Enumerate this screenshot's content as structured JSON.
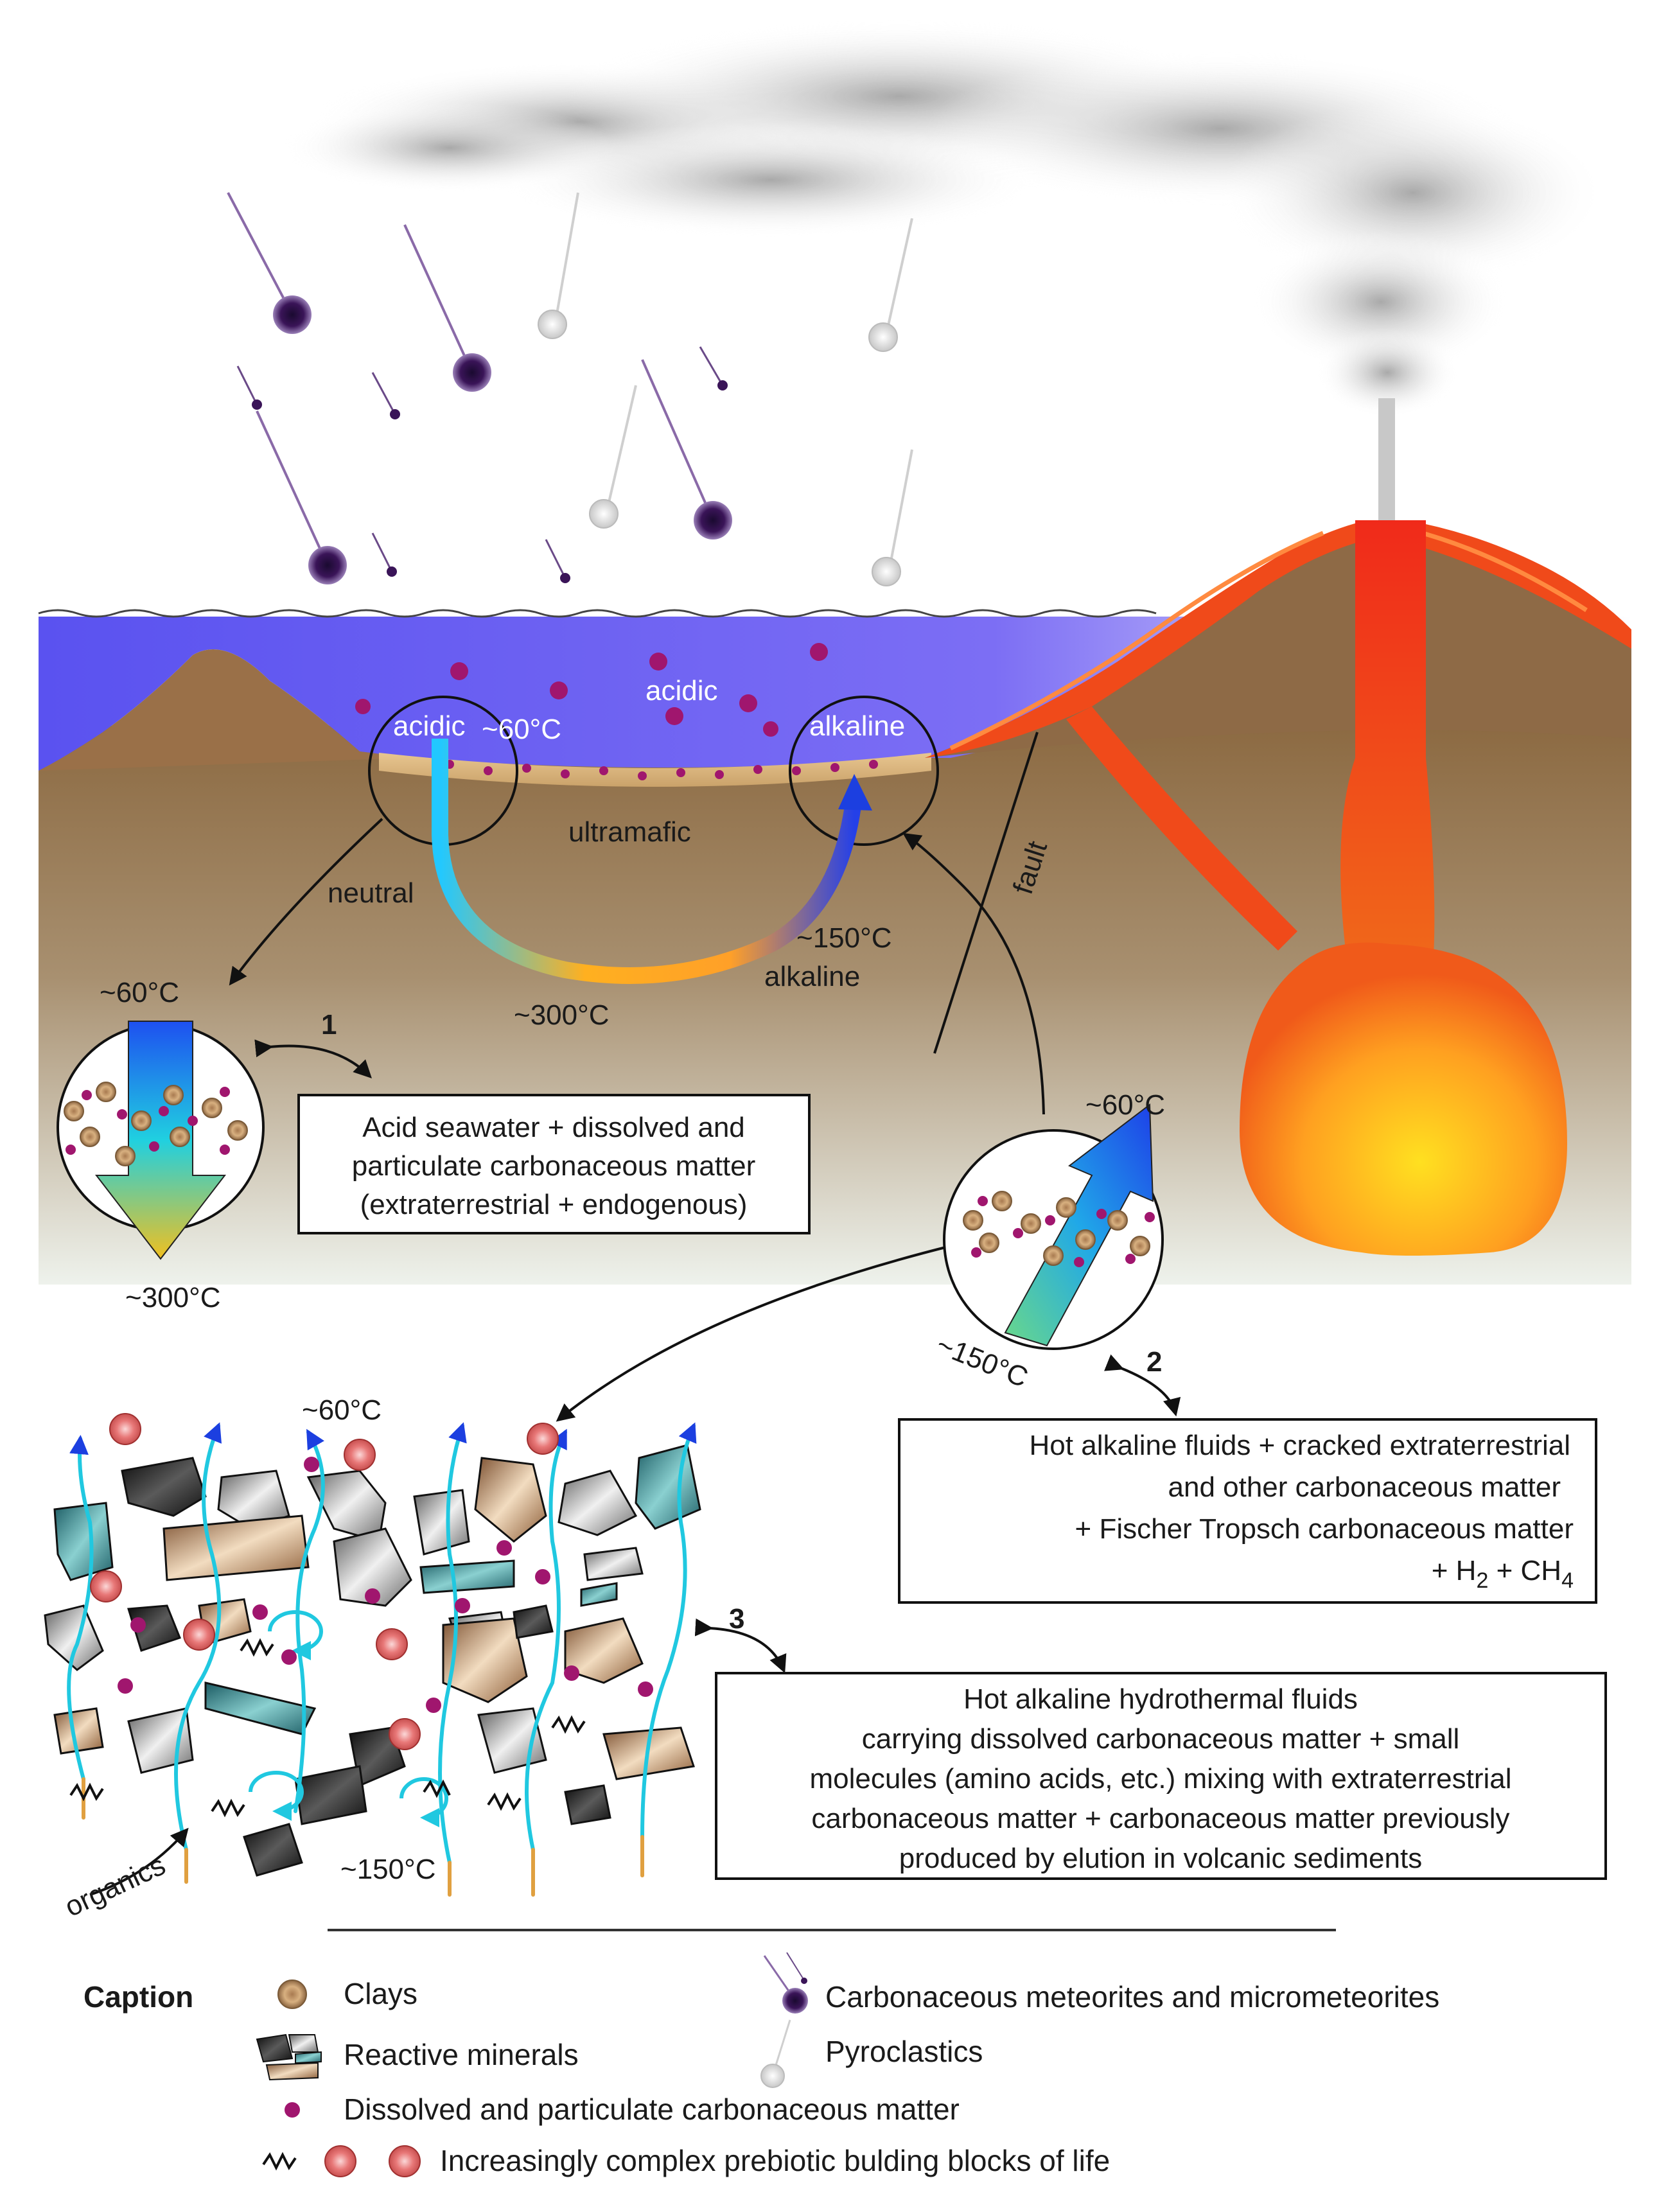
{
  "labels": {
    "acidic_surface": "acidic",
    "acidic_vent": "acidic",
    "temp_vent": "~60°C",
    "alkaline_vent": "alkaline",
    "ultramafic": "ultramafic",
    "neutral": "neutral",
    "temp_150_loop": "~150°C",
    "alkaline_loop": "alkaline",
    "temp_300_loop": "~300°C",
    "fault": "fault",
    "c1_top": "~60°C",
    "c1_bottom": "~300°C",
    "c2_top": "~60°C",
    "c2_bottom": "~150°C",
    "zoom_top": "~60°C",
    "zoom_bottom": "~150°C",
    "organics": "organics"
  },
  "boxes": {
    "b1_num": "1",
    "b1_l1": "Acid seawater + dissolved and",
    "b1_l2": "particulate carbonaceous matter",
    "b1_l3": "(extraterrestrial + endogenous)",
    "b2_num": "2",
    "b2_l1": "Hot alkaline fluids + cracked extraterrestrial",
    "b2_l2": "and other carbonaceous matter",
    "b2_l3": "+ Fischer Tropsch carbonaceous matter",
    "b2_l4a": "+ H",
    "b2_l4b": "2",
    "b2_l4c": " + CH",
    "b2_l4d": "4",
    "b3_num": "3",
    "b3_l1": "Hot alkaline hydrothermal fluids",
    "b3_l2": "carrying dissolved carbonaceous matter + small",
    "b3_l3": "molecules (amino acids, etc.) mixing with extraterrestrial",
    "b3_l4": "carbonaceous matter + carbonaceous matter previously",
    "b3_l5": "produced by elution in volcanic sediments"
  },
  "caption": {
    "title": "Caption",
    "clays": "Clays",
    "reactive": "Reactive minerals",
    "dissolved": "Dissolved and particulate carbonaceous matter",
    "prebiotic": "Increasingly complex prebiotic bulding blocks of life",
    "meteorites": "Carbonaceous meteorites and micrometeorites",
    "pyroclastics": "Pyroclastics"
  },
  "colors": {
    "ocean": "#6a5cf0",
    "earth": "#9a7a52",
    "lava": "#e8401a",
    "magma_core": "#ffd020",
    "organic_dot": "#a0166e",
    "clay": "#c89a68",
    "arrow_blue": "#1c3fe0",
    "teal_mineral": "#2e7880"
  }
}
